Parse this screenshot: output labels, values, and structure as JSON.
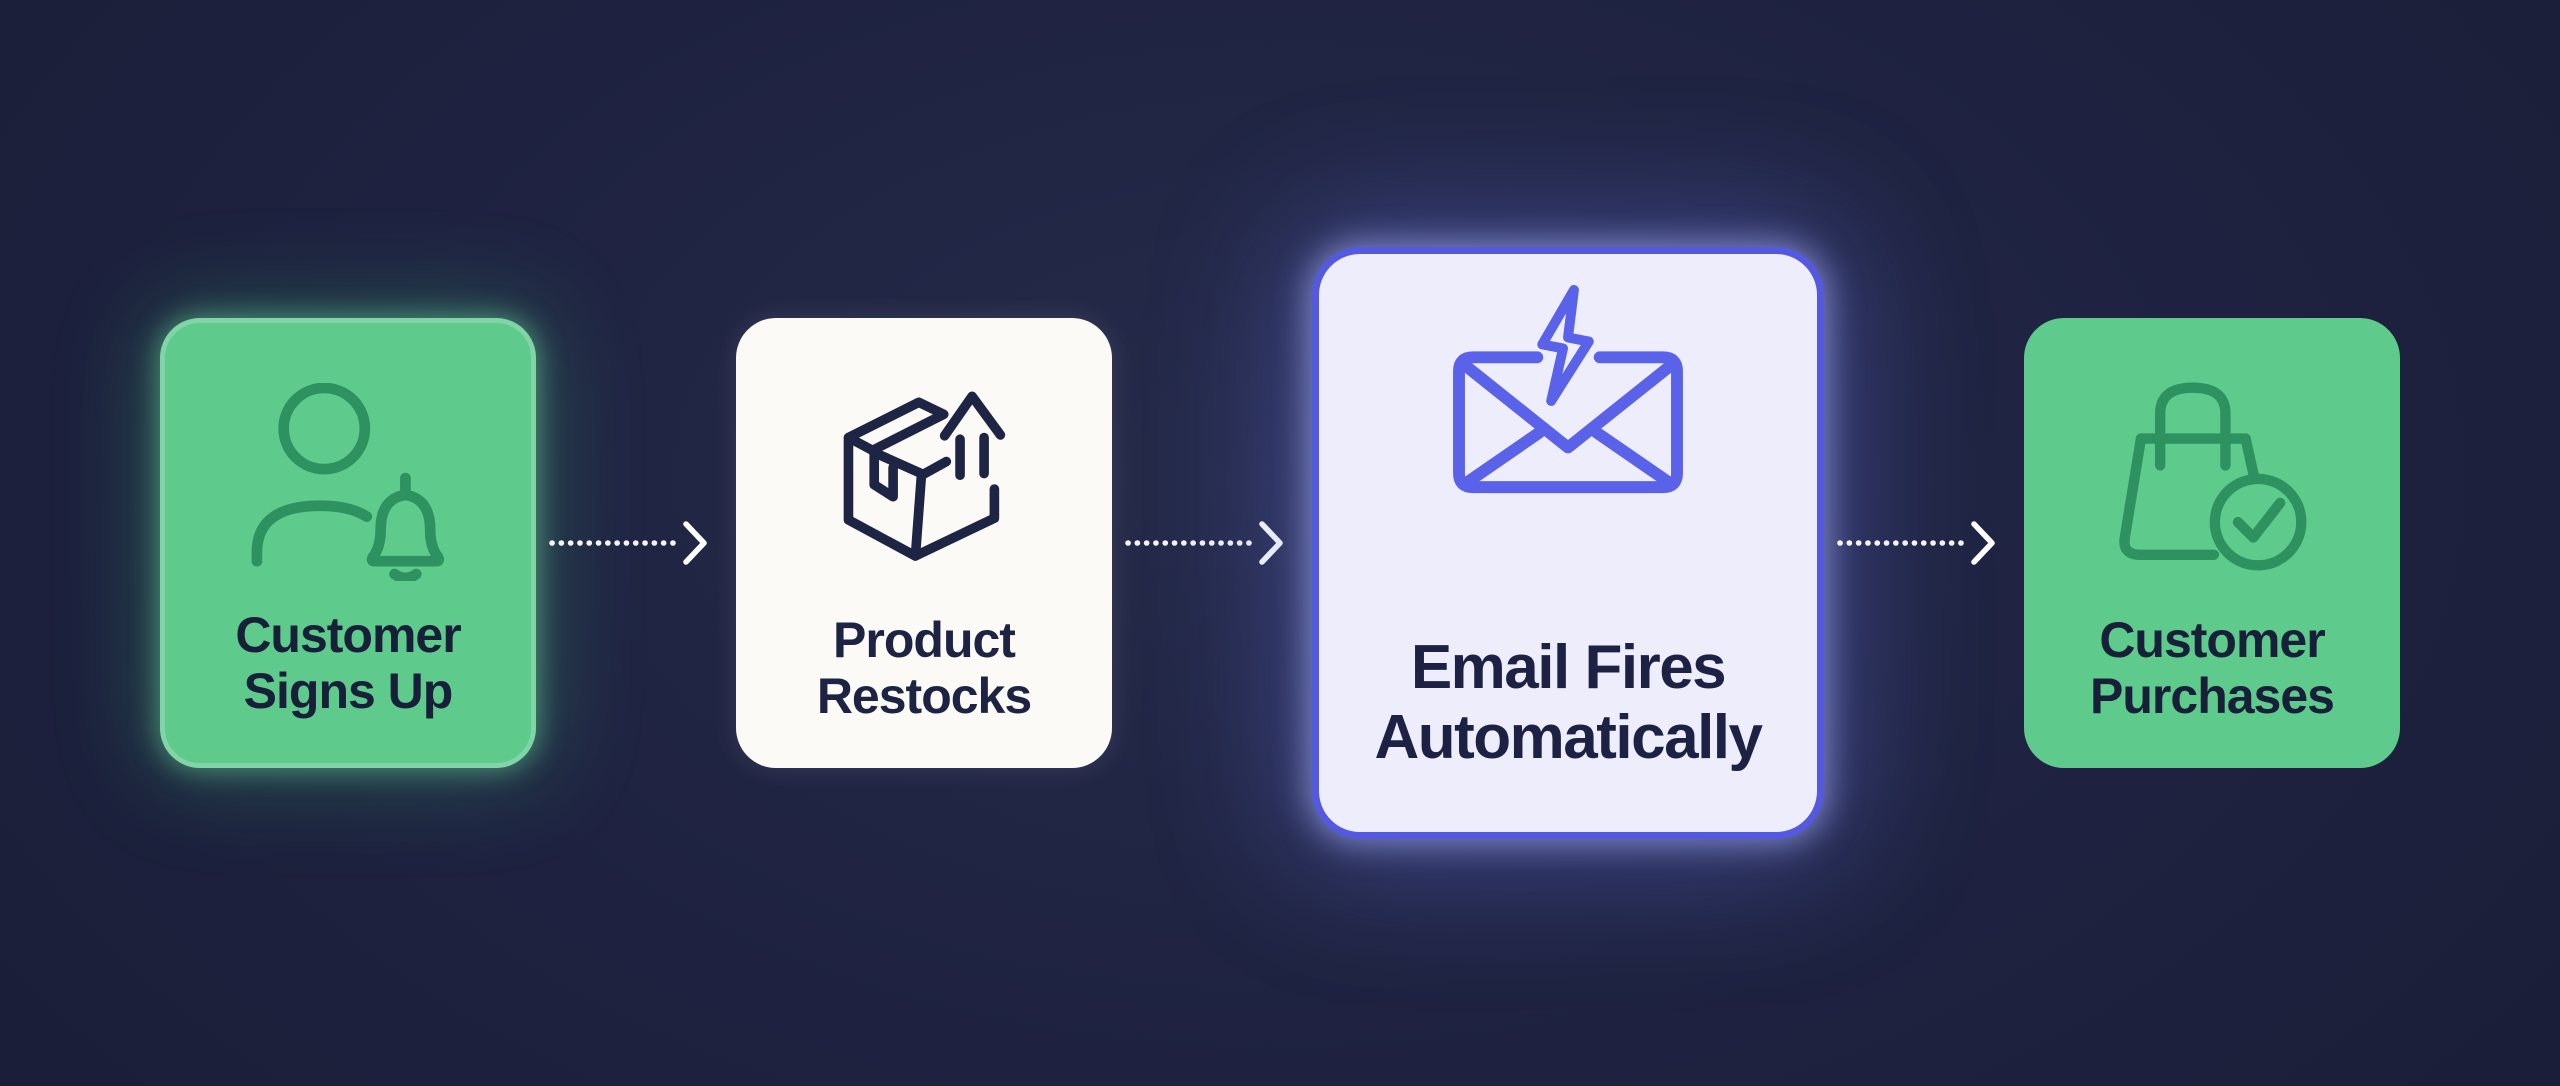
{
  "diagram": {
    "title": "Email fires automatically flow",
    "background_color": "#1c2038",
    "connector": {
      "style": "dotted-arrow",
      "direction": "right",
      "color": "#ffffff"
    },
    "steps": [
      {
        "label": "Customer Signs Up",
        "label_line1": "Customer",
        "label_line2": "Signs Up",
        "icon": "user-bell-icon",
        "variant": "green-glow",
        "card_color": "#5ecb8c",
        "border_color": "#80d5a6",
        "icon_color": "#2e9160",
        "text_color": "#172038",
        "highlighted": false
      },
      {
        "label": "Product Restocks",
        "label_line1": "Product",
        "label_line2": "Restocks",
        "icon": "package-arrow-up-icon",
        "variant": "white",
        "card_color": "#fbfaf7",
        "icon_color": "#1e2444",
        "text_color": "#1d2342",
        "highlighted": false
      },
      {
        "label": "Email Fires Automatically",
        "label_line1": "Email Fires",
        "label_line2": "Automatically",
        "icon": "envelope-lightning-icon",
        "variant": "highlight",
        "card_color": "#ededfb",
        "border_color": "#5459e0",
        "icon_color": "#5b62ea",
        "text_color": "#1d2144",
        "highlighted": true
      },
      {
        "label": "Customer Purchases",
        "label_line1": "Customer",
        "label_line2": "Purchases",
        "icon": "shopping-bag-check-icon",
        "variant": "green",
        "card_color": "#5ecb8c",
        "icon_color": "#2e9160",
        "text_color": "#172038",
        "highlighted": false
      }
    ],
    "arrows": [
      {
        "from": "Customer Signs Up",
        "to": "Product Restocks",
        "style": "dotted",
        "direction": "right"
      },
      {
        "from": "Product Restocks",
        "to": "Email Fires Automatically",
        "style": "dotted",
        "direction": "right"
      },
      {
        "from": "Email Fires Automatically",
        "to": "Customer Purchases",
        "style": "dotted",
        "direction": "right"
      }
    ]
  }
}
